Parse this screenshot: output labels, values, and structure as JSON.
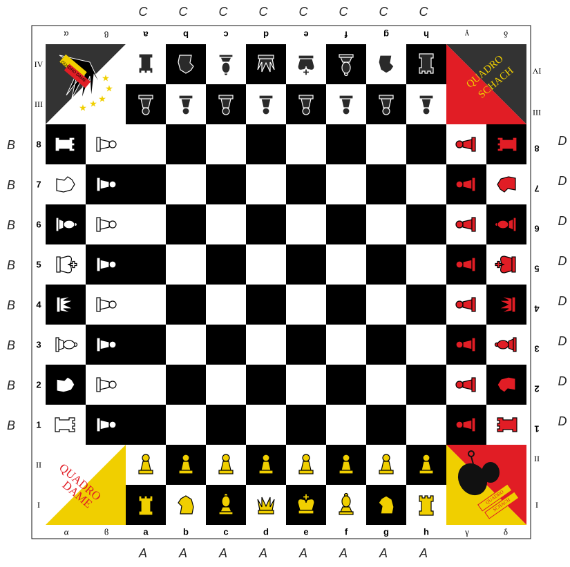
{
  "colors": {
    "dark": "#000000",
    "light": "#ffffff",
    "red": "#e11d25",
    "yellow": "#f0cf00",
    "gray": "#333333",
    "border": "#111111"
  },
  "side_labels": {
    "top": [
      "C",
      "C",
      "C",
      "C",
      "C",
      "C",
      "C",
      "C"
    ],
    "bottom": [
      "A",
      "A",
      "A",
      "A",
      "A",
      "A",
      "A",
      "A"
    ],
    "left": [
      "B",
      "B",
      "B",
      "B",
      "B",
      "B",
      "B",
      "B"
    ],
    "right": [
      "D",
      "D",
      "D",
      "D",
      "D",
      "D",
      "D",
      "D"
    ]
  },
  "files": [
    "a",
    "b",
    "c",
    "d",
    "e",
    "f",
    "g",
    "h"
  ],
  "files_top": [
    "a",
    "b",
    "c",
    "d",
    "e",
    "f",
    "g",
    "h"
  ],
  "ranks_left": [
    "8",
    "7",
    "6",
    "5",
    "4",
    "3",
    "2",
    "1"
  ],
  "ranks_right": [
    "8",
    "7",
    "6",
    "5",
    "4",
    "3",
    "2",
    "1"
  ],
  "extra_files_bottom_left": [
    "α",
    "ϐ"
  ],
  "extra_files_bottom_right": [
    "γ",
    "δ"
  ],
  "extra_files_top_left": [
    "α",
    "ϐ"
  ],
  "extra_files_top_right": [
    "γ",
    "δ"
  ],
  "roman_left": [
    "IV",
    "III",
    "II",
    "I"
  ],
  "roman_right": [
    "IV",
    "III",
    "II",
    "I"
  ],
  "corners": {
    "top_left": {
      "text": "QUADRO DAME",
      "colors": [
        "yellow",
        "gray"
      ]
    },
    "top_right": {
      "text1": "QUADRO",
      "text2": "SCHACH",
      "colors": [
        "gray",
        "red"
      ]
    },
    "bottom_left": {
      "text1": "QUADRO",
      "text2": "DAME",
      "colors": [
        "red",
        "yellow"
      ]
    },
    "bottom_right": {
      "text1": "QUADRO",
      "text2": "SCHACH",
      "colors": [
        "yellow",
        "red"
      ]
    }
  },
  "pieces": {
    "top_back": [
      "rook",
      "knight",
      "bishop",
      "queen",
      "king",
      "bishop",
      "knight",
      "rook"
    ],
    "bottom_back": [
      "rook",
      "knight",
      "bishop",
      "queen",
      "king",
      "bishop",
      "knight",
      "rook"
    ],
    "left_back": [
      "rook",
      "knight",
      "bishop",
      "king",
      "queen",
      "bishop",
      "knight",
      "rook"
    ],
    "right_back": [
      "rook",
      "knight",
      "bishop",
      "king",
      "queen",
      "bishop",
      "knight",
      "rook"
    ]
  }
}
